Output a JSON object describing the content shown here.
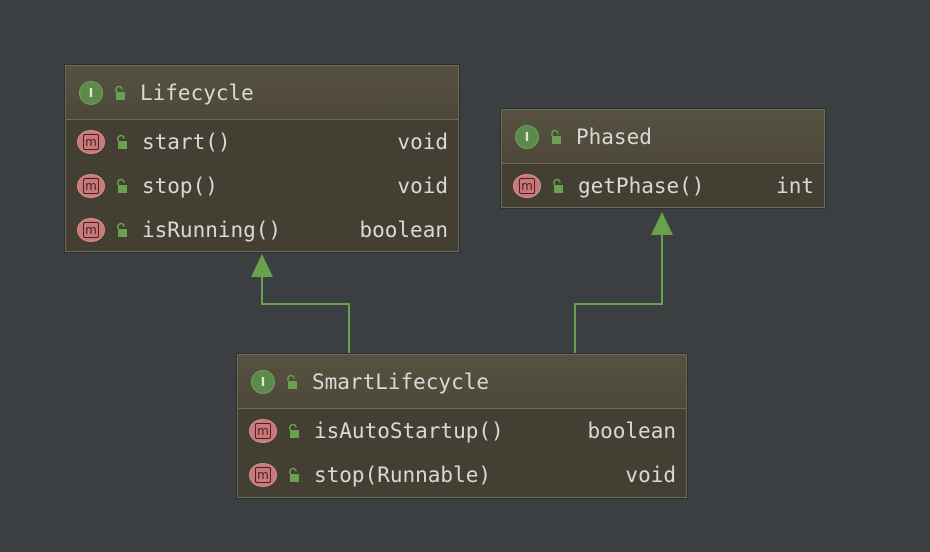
{
  "diagram": {
    "classes": [
      {
        "id": "lifecycle",
        "stereotype_letter": "I",
        "name": "Lifecycle",
        "methods": [
          {
            "name": "start()",
            "type": "void"
          },
          {
            "name": "stop()",
            "type": "void"
          },
          {
            "name": "isRunning()",
            "type": "boolean"
          }
        ]
      },
      {
        "id": "phased",
        "stereotype_letter": "I",
        "name": "Phased",
        "methods": [
          {
            "name": "getPhase()",
            "type": "int"
          }
        ]
      },
      {
        "id": "smartlifecycle",
        "stereotype_letter": "I",
        "name": "SmartLifecycle",
        "methods": [
          {
            "name": "isAutoStartup()",
            "type": "boolean"
          },
          {
            "name": "stop(Runnable)",
            "type": "void"
          }
        ]
      }
    ],
    "method_badge_letter": "m",
    "edges": [
      {
        "from": "smartlifecycle",
        "to": "lifecycle",
        "kind": "extends"
      },
      {
        "from": "smartlifecycle",
        "to": "phased",
        "kind": "extends"
      }
    ],
    "colors": {
      "background": "#3c3f41",
      "node_fill": "#433f33",
      "header_fill": "#565141",
      "interface_badge": "#5c8a4a",
      "method_badge": "#c9787a",
      "edge": "#6aa14f",
      "text": "#d8d8d8"
    },
    "icons": {
      "interface": "interface-icon",
      "method": "method-icon",
      "visibility": "public-lock-icon"
    }
  }
}
